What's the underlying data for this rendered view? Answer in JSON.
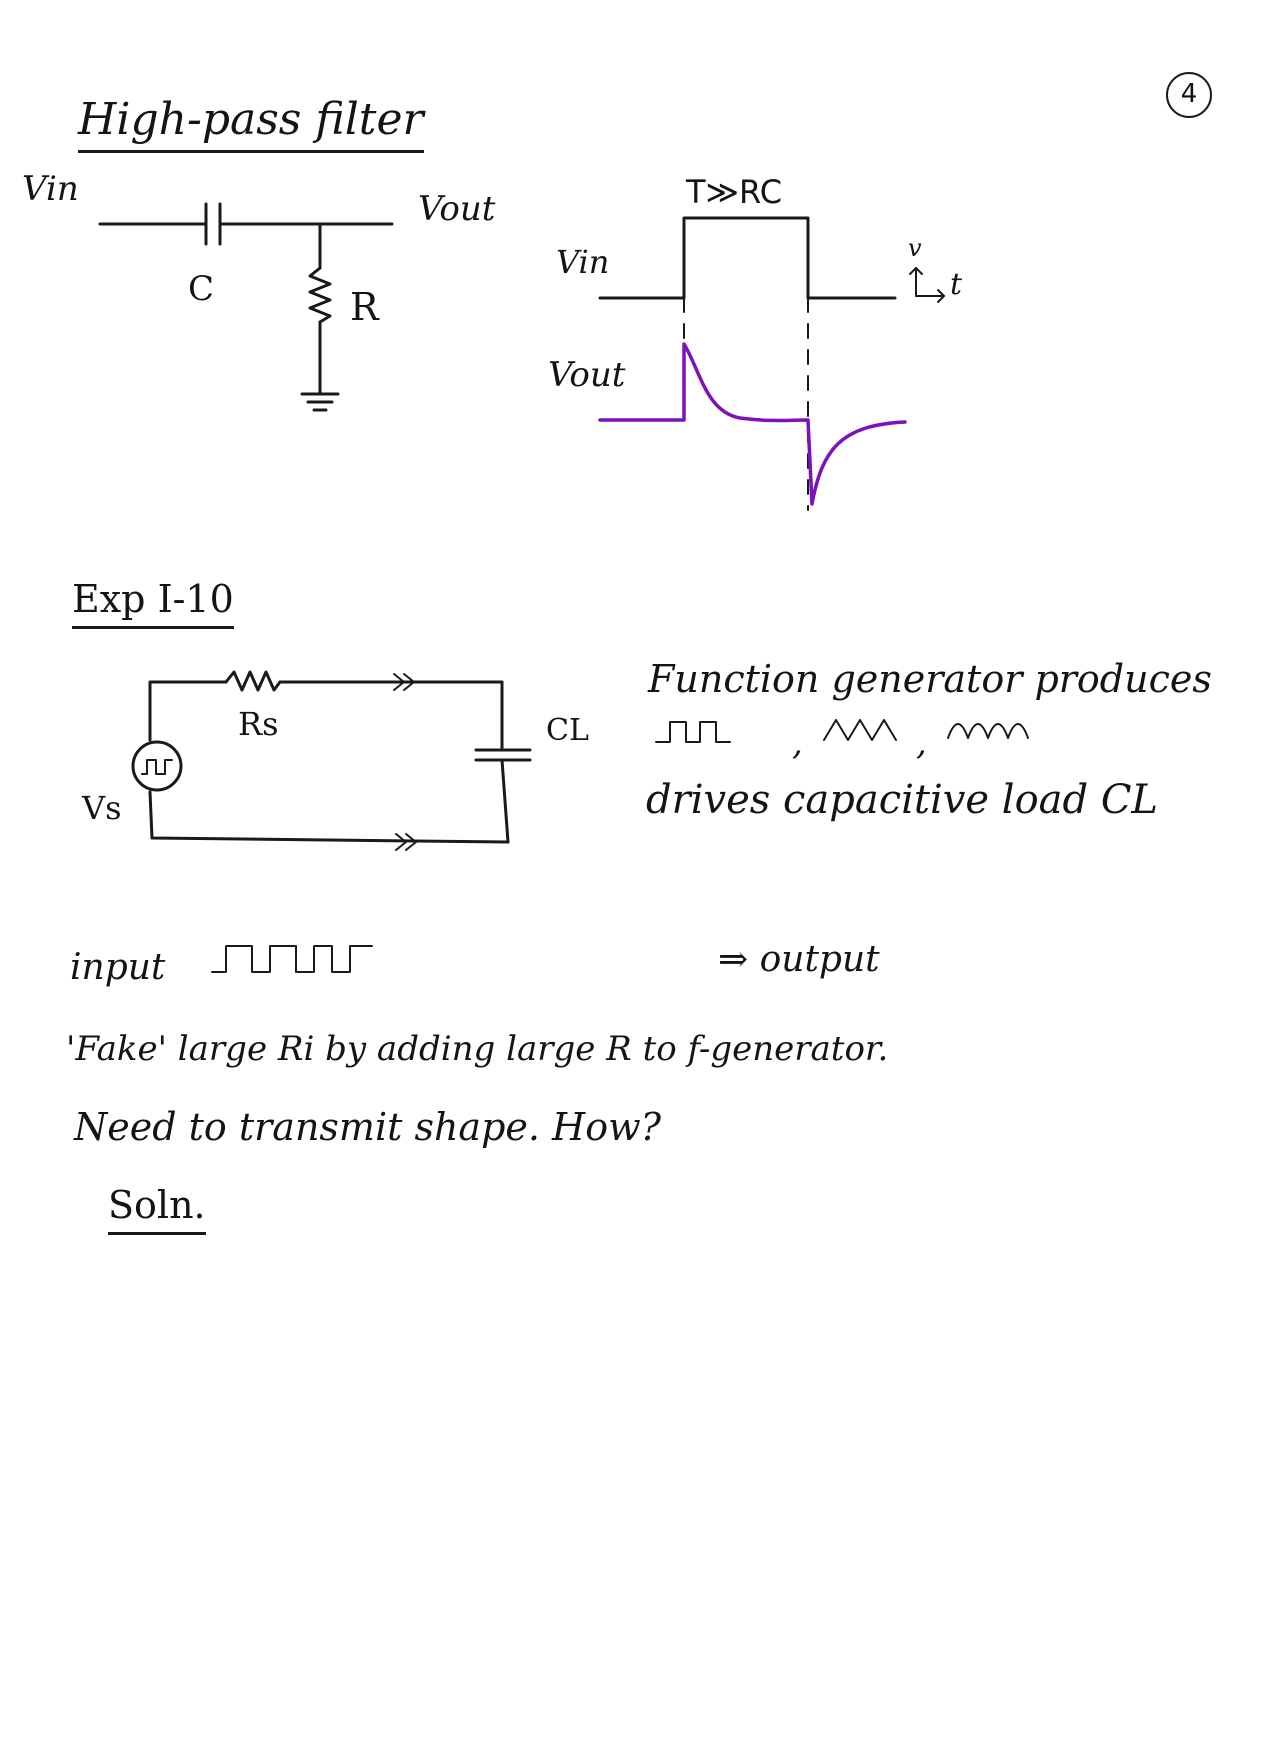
{
  "page_number": "4",
  "section1": {
    "title": "High-pass filter",
    "circuit": {
      "vin_label": "Vin",
      "vout_label": "Vout",
      "capacitor_label": "C",
      "resistor_label": "R"
    },
    "waveform": {
      "condition": "T≫RC",
      "vin_label": "Vin",
      "vout_label": "Vout",
      "axis_v": "v",
      "axis_t": "t",
      "accent_color": "#7d12b8"
    }
  },
  "section2": {
    "title": "Exp I-10",
    "circuit": {
      "rs_label": "Rs",
      "vs_label": "Vs",
      "cl_label": "CL"
    },
    "description": {
      "line1": "Function generator produces",
      "line2_separator": ",",
      "line3": "drives capacitive load CL"
    }
  },
  "notes": {
    "input_label": "input",
    "output_label": "⇒ output",
    "fake_line": "'Fake' large Ri by adding large R to f-generator.",
    "need_line": "Need to transmit shape.  How?",
    "soln_label": "Soln."
  }
}
